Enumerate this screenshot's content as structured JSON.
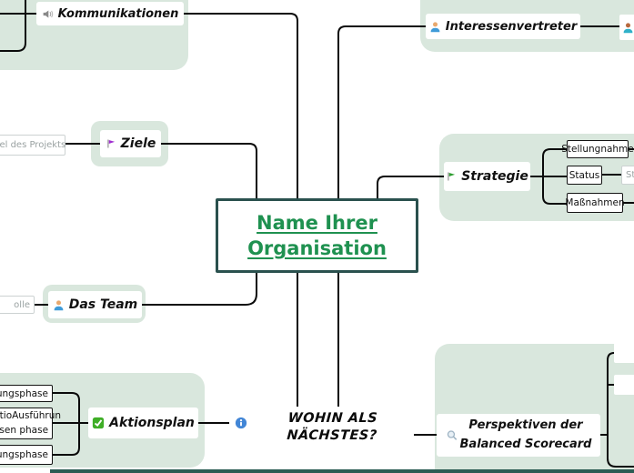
{
  "canvas": {
    "background": "#ffffff",
    "group_color": "#d9e7dd",
    "line_color": "#0a0a0a",
    "center_border_color": "#2a514e",
    "center_text_color": "#1f9150",
    "placeholder_text_color": "#9aa2a2",
    "bottom_bar_color": "#2b5c53"
  },
  "center": {
    "line1": "Name Ihrer",
    "line2": "Organisation"
  },
  "nodes": {
    "kommunikationen": {
      "label": "Kommunikationen",
      "icon": "speaker-icon"
    },
    "interessenvertreter": {
      "label": "Interessenvertreter",
      "icon": "person-icon"
    },
    "ziele": {
      "label": "Ziele",
      "icon": "purple-flag-icon",
      "flag_color": "#a02fd0"
    },
    "ziel_des_projekts": {
      "label": "Ziel des Projekts"
    },
    "strategie": {
      "label": "Strategie",
      "icon": "green-flag-icon",
      "flag_color": "#2f9e32"
    },
    "stellungnahme": {
      "label": "Stellungnahme"
    },
    "status": {
      "label": "Status"
    },
    "massnahmen": {
      "label": "Maßnahmen"
    },
    "status_placeholder": {
      "label": "Sta"
    },
    "das_team": {
      "label": "Das Team",
      "icon": "person-icon"
    },
    "rolle_placeholder": {
      "label": "olle"
    },
    "aktionsplan": {
      "label": "Aktionsplan",
      "icon": "checkbox-icon",
      "check_color": "#3fae27"
    },
    "phase1": {
      "label": "ührungsphase"
    },
    "phase2": {
      "line1": "utioAusführun",
      "line2": "asen phase"
    },
    "phase3": {
      "label": "haltungsphase"
    },
    "wohin": {
      "line1": "WOHIN ALS",
      "line2": "NÄCHSTES?"
    },
    "perspektiven": {
      "line1": "Perspektiven der",
      "line2": "Balanced Scorecard",
      "icon": "magnifier-icon"
    },
    "info": {
      "icon": "info-icon",
      "color": "#4286d6"
    }
  }
}
